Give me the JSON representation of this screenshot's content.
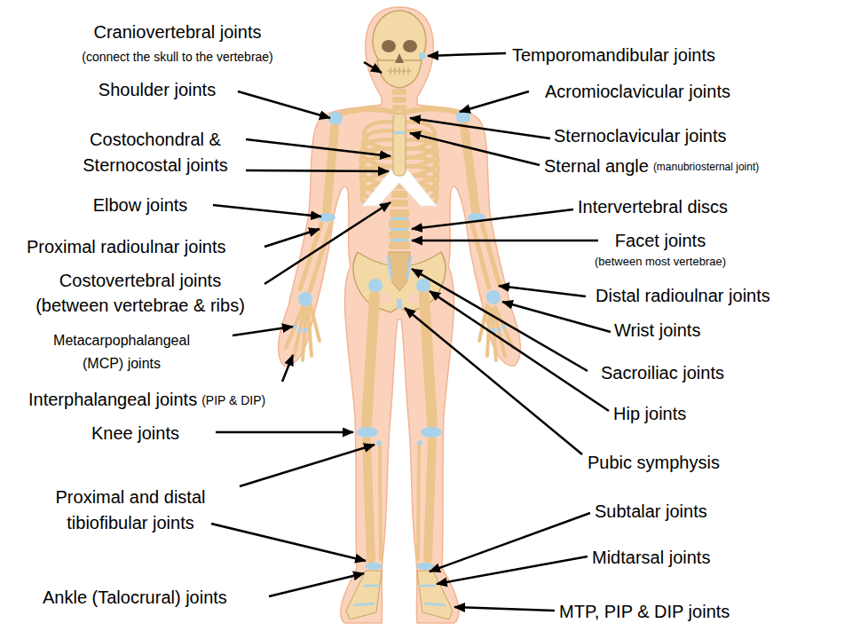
{
  "diagram": {
    "labels": [
      "Craniovertebral joints",
      "(connect the skull to the vertebrae)",
      "Temporomandibular joints",
      "Shoulder joints",
      "Acromioclavicular joints",
      "Costochondral & Sternocostal joints",
      "Sternoclavicular joints",
      "Sternal angle",
      "(manubriosternal joint)",
      "Elbow joints",
      "Intervertebral discs",
      "Proximal radioulnar joints",
      "Facet joints",
      "(between most vertebrae)",
      "Costovertebral joints (between vertebrae & ribs)",
      "Distal radioulnar joints",
      "Metacarpophalangeal (MCP) joints",
      "Wrist joints",
      "Sacroiliac joints",
      "Interphalangeal joints",
      "(PIP & DIP)",
      "Hip joints",
      "Knee joints",
      "Pubic symphysis",
      "Proximal and distal tibiofibular joints",
      "Subtalar joints",
      "Midtarsal joints",
      "Ankle (Talocrural) joints",
      "MTP, PIP & DIP joints"
    ]
  }
}
